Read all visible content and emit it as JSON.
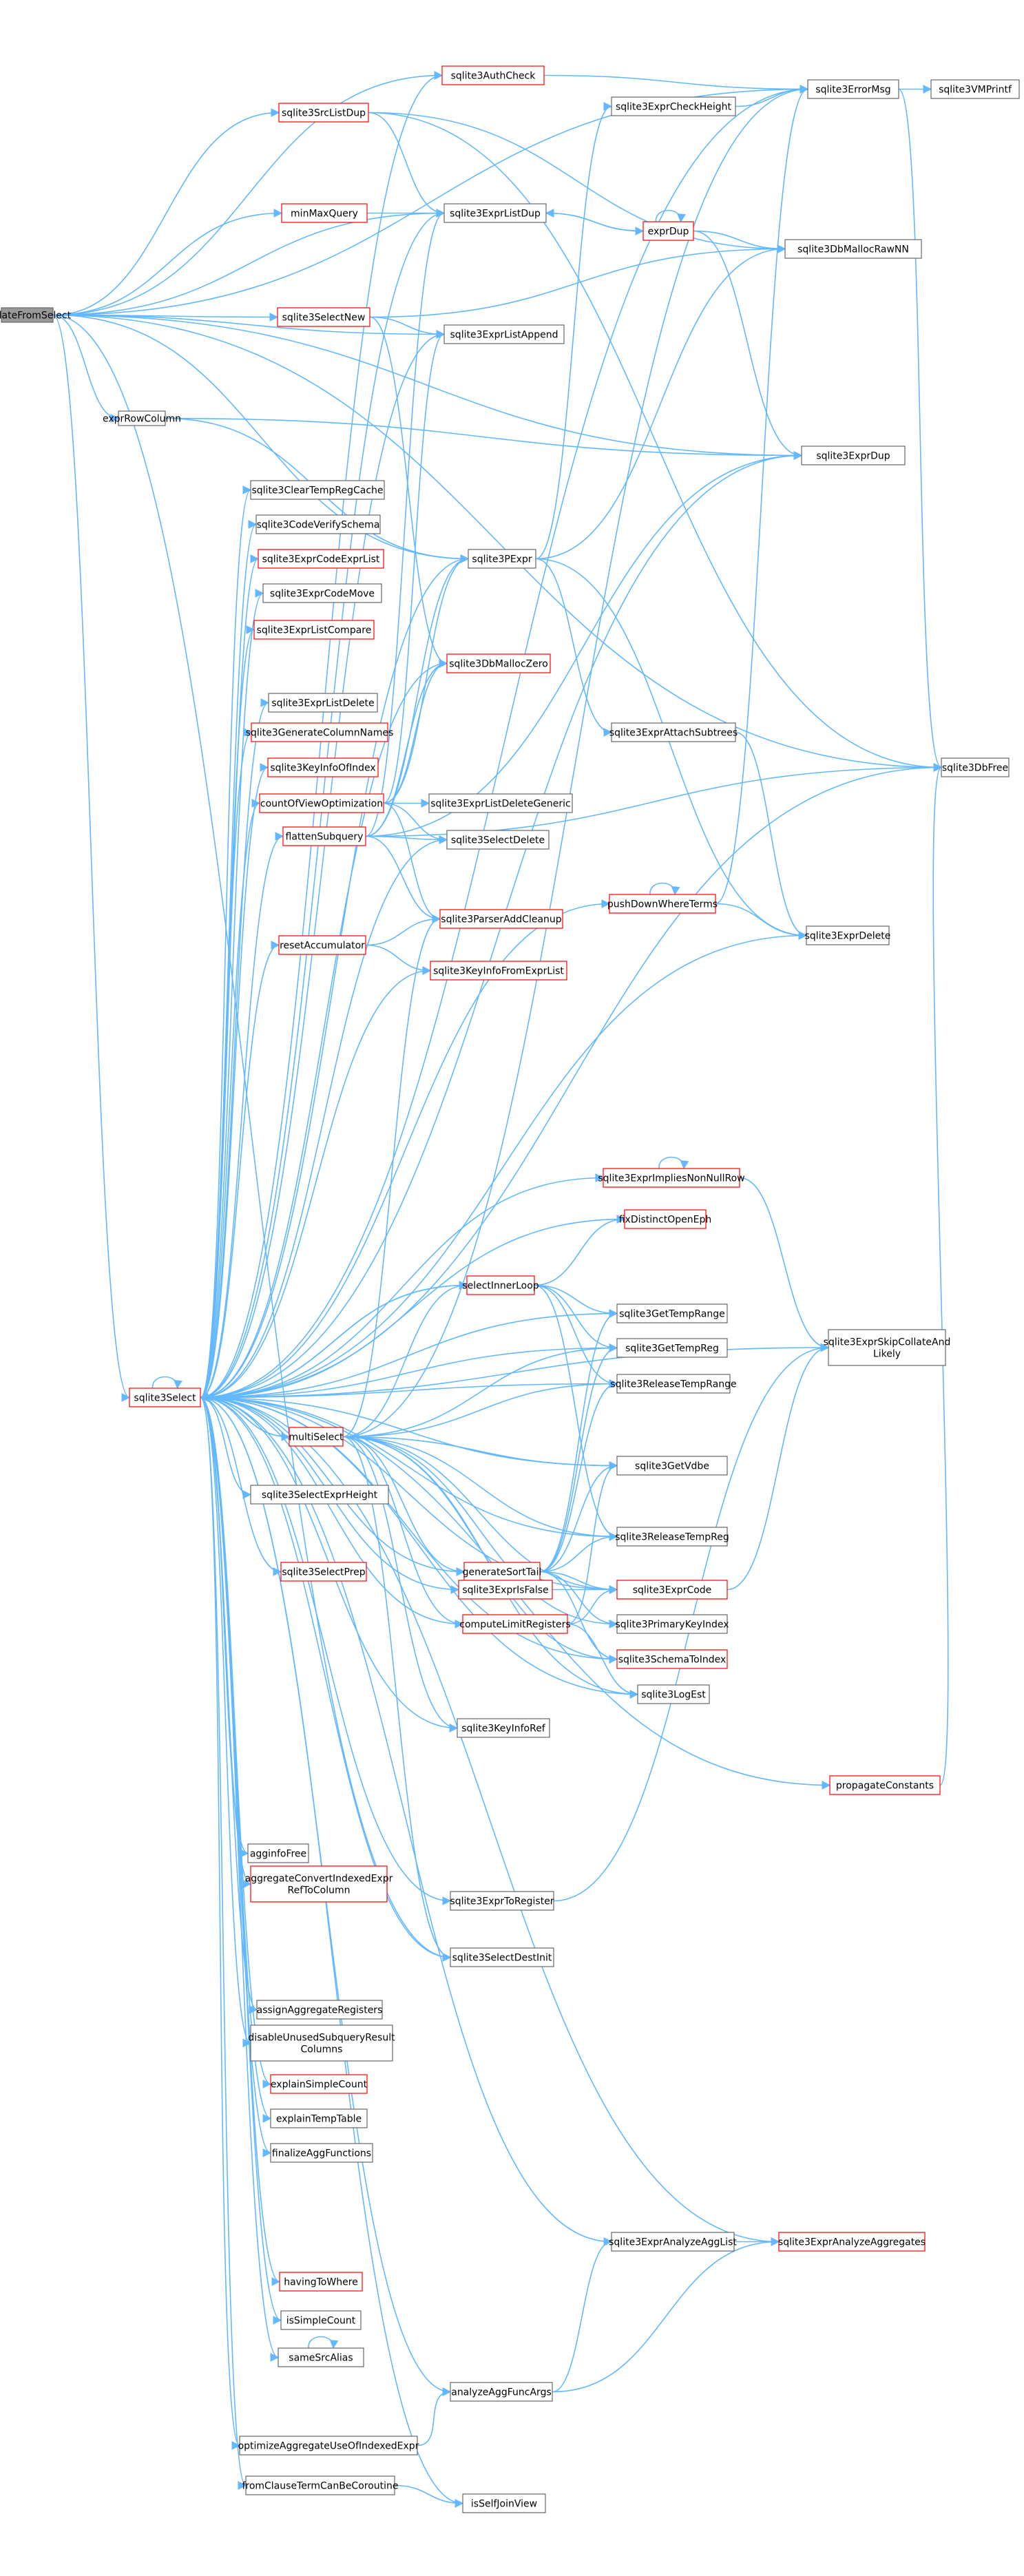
{
  "colors": {
    "edge": "#63b8ff",
    "node_fill": "#ffffff",
    "node_border": "#666666",
    "node_border_red": "#ff0000",
    "root_fill": "#999999"
  },
  "nodes": [
    {
      "id": "updateFromSelect",
      "label": "updateFromSelect",
      "style": "root"
    },
    {
      "id": "exprRowColumn",
      "label": "exprRowColumn",
      "style": "black"
    },
    {
      "id": "sqlite3AuthCheck",
      "label": "sqlite3AuthCheck",
      "style": "red"
    },
    {
      "id": "sqlite3SrcListDup",
      "label": "sqlite3SrcListDup",
      "style": "red"
    },
    {
      "id": "minMaxQuery",
      "label": "minMaxQuery",
      "style": "red"
    },
    {
      "id": "sqlite3SelectNew",
      "label": "sqlite3SelectNew",
      "style": "red"
    },
    {
      "id": "sqlite3ExprCheckHeight",
      "label": "sqlite3ExprCheckHeight",
      "style": "black"
    },
    {
      "id": "sqlite3ErrorMsg",
      "label": "sqlite3ErrorMsg",
      "style": "black"
    },
    {
      "id": "sqlite3VMPrintf",
      "label": "sqlite3VMPrintf",
      "style": "black"
    },
    {
      "id": "sqlite3ExprListDup",
      "label": "sqlite3ExprListDup",
      "style": "black"
    },
    {
      "id": "exprDup",
      "label": "exprDup",
      "style": "red"
    },
    {
      "id": "sqlite3DbMallocRawNN",
      "label": "sqlite3DbMallocRawNN",
      "style": "black"
    },
    {
      "id": "sqlite3ExprListAppend",
      "label": "sqlite3ExprListAppend",
      "style": "black"
    },
    {
      "id": "sqlite3ExprDup",
      "label": "sqlite3ExprDup",
      "style": "black"
    },
    {
      "id": "sqlite3ClearTempRegCache",
      "label": "sqlite3ClearTempRegCache",
      "style": "black"
    },
    {
      "id": "sqlite3CodeVerifySchema",
      "label": "sqlite3CodeVerifySchema",
      "style": "black"
    },
    {
      "id": "sqlite3ExprCodeExprList",
      "label": "sqlite3ExprCodeExprList",
      "style": "red"
    },
    {
      "id": "sqlite3PExpr",
      "label": "sqlite3PExpr",
      "style": "black"
    },
    {
      "id": "sqlite3ExprCodeMove",
      "label": "sqlite3ExprCodeMove",
      "style": "black"
    },
    {
      "id": "sqlite3ExprListCompare",
      "label": "sqlite3ExprListCompare",
      "style": "red"
    },
    {
      "id": "sqlite3DbMallocZero",
      "label": "sqlite3DbMallocZero",
      "style": "red"
    },
    {
      "id": "sqlite3ExprListDelete",
      "label": "sqlite3ExprListDelete",
      "style": "black"
    },
    {
      "id": "sqlite3ExprAttachSubtrees",
      "label": "sqlite3ExprAttachSubtrees",
      "style": "black"
    },
    {
      "id": "sqlite3GenerateColumnNames",
      "label": "sqlite3GenerateColumnNames",
      "style": "red"
    },
    {
      "id": "sqlite3KeyInfoOfIndex",
      "label": "sqlite3KeyInfoOfIndex",
      "style": "red"
    },
    {
      "id": "sqlite3DbFree",
      "label": "sqlite3DbFree",
      "style": "black"
    },
    {
      "id": "countOfViewOptimization",
      "label": "countOfViewOptimization",
      "style": "red"
    },
    {
      "id": "sqlite3ExprListDeleteGeneric",
      "label": "sqlite3ExprListDeleteGeneric",
      "style": "black"
    },
    {
      "id": "flattenSubquery",
      "label": "flattenSubquery",
      "style": "red"
    },
    {
      "id": "sqlite3SelectDelete",
      "label": "sqlite3SelectDelete",
      "style": "black"
    },
    {
      "id": "pushDownWhereTerms",
      "label": "pushDownWhereTerms",
      "style": "red"
    },
    {
      "id": "sqlite3ParserAddCleanup",
      "label": "sqlite3ParserAddCleanup",
      "style": "red"
    },
    {
      "id": "sqlite3ExprDelete",
      "label": "sqlite3ExprDelete",
      "style": "black"
    },
    {
      "id": "resetAccumulator",
      "label": "resetAccumulator",
      "style": "red"
    },
    {
      "id": "sqlite3KeyInfoFromExprList",
      "label": "sqlite3KeyInfoFromExprList",
      "style": "red"
    },
    {
      "id": "sqlite3ExprImpliesNonNullRow",
      "label": "sqlite3ExprImpliesNonNullRow",
      "style": "red"
    },
    {
      "id": "fixDistinctOpenEph",
      "label": "fixDistinctOpenEph",
      "style": "red"
    },
    {
      "id": "selectInnerLoop",
      "label": "selectInnerLoop",
      "style": "red"
    },
    {
      "id": "sqlite3GetTempRange",
      "label": "sqlite3GetTempRange",
      "style": "black"
    },
    {
      "id": "sqlite3GetTempReg",
      "label": "sqlite3GetTempReg",
      "style": "black"
    },
    {
      "id": "sqlite3ExprSkipCollateAndLikely",
      "label": "sqlite3ExprSkipCollateAnd\nLikely",
      "style": "black"
    },
    {
      "id": "sqlite3Select",
      "label": "sqlite3Select",
      "style": "red"
    },
    {
      "id": "sqlite3ReleaseTempRange",
      "label": "sqlite3ReleaseTempRange",
      "style": "black"
    },
    {
      "id": "multiSelect",
      "label": "multiSelect",
      "style": "red"
    },
    {
      "id": "sqlite3GetVdbe",
      "label": "sqlite3GetVdbe",
      "style": "black"
    },
    {
      "id": "sqlite3SelectExprHeight",
      "label": "sqlite3SelectExprHeight",
      "style": "black"
    },
    {
      "id": "sqlite3ReleaseTempReg",
      "label": "sqlite3ReleaseTempReg",
      "style": "black"
    },
    {
      "id": "sqlite3SelectPrep",
      "label": "sqlite3SelectPrep",
      "style": "red"
    },
    {
      "id": "generateSortTail",
      "label": "generateSortTail",
      "style": "red"
    },
    {
      "id": "sqlite3ExprCode",
      "label": "sqlite3ExprCode",
      "style": "red"
    },
    {
      "id": "sqlite3ExprIsFalse",
      "label": "sqlite3ExprIsFalse",
      "style": "red"
    },
    {
      "id": "sqlite3PrimaryKeyIndex",
      "label": "sqlite3PrimaryKeyIndex",
      "style": "black"
    },
    {
      "id": "computeLimitRegisters",
      "label": "computeLimitRegisters",
      "style": "red"
    },
    {
      "id": "sqlite3SchemaToIndex",
      "label": "sqlite3SchemaToIndex",
      "style": "red"
    },
    {
      "id": "sqlite3LogEst",
      "label": "sqlite3LogEst",
      "style": "black"
    },
    {
      "id": "sqlite3KeyInfoRef",
      "label": "sqlite3KeyInfoRef",
      "style": "black"
    },
    {
      "id": "propagateConstants",
      "label": "propagateConstants",
      "style": "red"
    },
    {
      "id": "agginfoFree",
      "label": "agginfoFree",
      "style": "black"
    },
    {
      "id": "sqlite3ExprToRegister",
      "label": "sqlite3ExprToRegister",
      "style": "black"
    },
    {
      "id": "aggregateConvertIndexedExprRefToColumn",
      "label": "aggregateConvertIndexedExpr\nRefToColumn",
      "style": "red"
    },
    {
      "id": "sqlite3SelectDestInit",
      "label": "sqlite3SelectDestInit",
      "style": "black"
    },
    {
      "id": "assignAggregateRegisters",
      "label": "assignAggregateRegisters",
      "style": "black"
    },
    {
      "id": "disableUnusedSubqueryResultColumns",
      "label": "disableUnusedSubqueryResult\nColumns",
      "style": "black"
    },
    {
      "id": "explainSimpleCount",
      "label": "explainSimpleCount",
      "style": "red"
    },
    {
      "id": "explainTempTable",
      "label": "explainTempTable",
      "style": "black"
    },
    {
      "id": "finalizeAggFunctions",
      "label": "finalizeAggFunctions",
      "style": "black"
    },
    {
      "id": "sqlite3ExprAnalyzeAggList",
      "label": "sqlite3ExprAnalyzeAggList",
      "style": "black"
    },
    {
      "id": "sqlite3ExprAnalyzeAggregates",
      "label": "sqlite3ExprAnalyzeAggregates",
      "style": "red"
    },
    {
      "id": "havingToWhere",
      "label": "havingToWhere",
      "style": "red"
    },
    {
      "id": "isSimpleCount",
      "label": "isSimpleCount",
      "style": "black"
    },
    {
      "id": "sameSrcAlias",
      "label": "sameSrcAlias",
      "style": "black"
    },
    {
      "id": "analyzeAggFuncArgs",
      "label": "analyzeAggFuncArgs",
      "style": "black"
    },
    {
      "id": "optimizeAggregateUseOfIndexedExpr",
      "label": "optimizeAggregateUseOfIndexedExpr",
      "style": "black"
    },
    {
      "id": "fromClauseTermCanBeCoroutine",
      "label": "fromClauseTermCanBeCoroutine",
      "style": "black"
    },
    {
      "id": "isSelfJoinView",
      "label": "isSelfJoinView",
      "style": "black"
    }
  ],
  "edges": [
    [
      "updateFromSelect",
      "sqlite3AuthCheck"
    ],
    [
      "updateFromSelect",
      "sqlite3SrcListDup"
    ],
    [
      "updateFromSelect",
      "minMaxQuery"
    ],
    [
      "updateFromSelect",
      "sqlite3SelectNew"
    ],
    [
      "updateFromSelect",
      "sqlite3ExprListAppend"
    ],
    [
      "updateFromSelect",
      "sqlite3ExprListDup"
    ],
    [
      "updateFromSelect",
      "sqlite3ErrorMsg"
    ],
    [
      "updateFromSelect",
      "sqlite3ExprDup"
    ],
    [
      "updateFromSelect",
      "exprRowColumn"
    ],
    [
      "updateFromSelect",
      "sqlite3PExpr"
    ],
    [
      "updateFromSelect",
      "sqlite3Select"
    ],
    [
      "updateFromSelect",
      "sqlite3DbFree"
    ],
    [
      "updateFromSelect",
      "sqlite3SelectDestInit"
    ],
    [
      "exprRowColumn",
      "sqlite3PExpr"
    ],
    [
      "exprRowColumn",
      "sqlite3ExprDup"
    ],
    [
      "sqlite3AuthCheck",
      "sqlite3ErrorMsg"
    ],
    [
      "sqlite3SrcListDup",
      "sqlite3DbMallocRawNN"
    ],
    [
      "sqlite3SrcListDup",
      "sqlite3ExprListDup"
    ],
    [
      "sqlite3SrcListDup",
      "sqlite3DbFree"
    ],
    [
      "minMaxQuery",
      "sqlite3ExprListDup"
    ],
    [
      "sqlite3SelectNew",
      "sqlite3DbMallocRawNN"
    ],
    [
      "sqlite3SelectNew",
      "sqlite3ExprListAppend"
    ],
    [
      "sqlite3SelectNew",
      "sqlite3DbMallocZero"
    ],
    [
      "sqlite3ExprCheckHeight",
      "sqlite3ErrorMsg"
    ],
    [
      "sqlite3ErrorMsg",
      "sqlite3VMPrintf"
    ],
    [
      "sqlite3ErrorMsg",
      "sqlite3DbFree"
    ],
    [
      "sqlite3ExprListDup",
      "exprDup"
    ],
    [
      "exprDup",
      "sqlite3ExprListDup"
    ],
    [
      "exprDup",
      "sqlite3DbMallocRawNN"
    ],
    [
      "exprDup",
      "sqlite3ExprDup"
    ],
    [
      "exprDup",
      "exprDup"
    ],
    [
      "sqlite3PExpr",
      "sqlite3ExprCheckHeight"
    ],
    [
      "sqlite3PExpr",
      "sqlite3DbMallocRawNN"
    ],
    [
      "sqlite3PExpr",
      "sqlite3ExprAttachSubtrees"
    ],
    [
      "sqlite3PExpr",
      "sqlite3ExprDelete"
    ],
    [
      "sqlite3ExprAttachSubtrees",
      "sqlite3ExprDelete"
    ],
    [
      "countOfViewOptimization",
      "sqlite3ExprListAppend"
    ],
    [
      "countOfViewOptimization",
      "sqlite3PExpr"
    ],
    [
      "countOfViewOptimization",
      "sqlite3DbMallocZero"
    ],
    [
      "countOfViewOptimization",
      "sqlite3ExprListDeleteGeneric"
    ],
    [
      "countOfViewOptimization",
      "sqlite3SelectDelete"
    ],
    [
      "countOfViewOptimization",
      "sqlite3ParserAddCleanup"
    ],
    [
      "flattenSubquery",
      "sqlite3ExprListDup"
    ],
    [
      "flattenSubquery",
      "sqlite3PExpr"
    ],
    [
      "flattenSubquery",
      "sqlite3DbMallocZero"
    ],
    [
      "flattenSubquery",
      "sqlite3SelectDelete"
    ],
    [
      "flattenSubquery",
      "sqlite3ParserAddCleanup"
    ],
    [
      "flattenSubquery",
      "sqlite3DbFree"
    ],
    [
      "flattenSubquery",
      "sqlite3ExprDup"
    ],
    [
      "pushDownWhereTerms",
      "pushDownWhereTerms"
    ],
    [
      "pushDownWhereTerms",
      "sqlite3ExprDelete"
    ],
    [
      "pushDownWhereTerms",
      "sqlite3ErrorMsg"
    ],
    [
      "resetAccumulator",
      "sqlite3KeyInfoFromExprList"
    ],
    [
      "resetAccumulator",
      "sqlite3ParserAddCleanup"
    ],
    [
      "sqlite3ExprImpliesNonNullRow",
      "sqlite3ExprImpliesNonNullRow"
    ],
    [
      "sqlite3ExprImpliesNonNullRow",
      "sqlite3ExprSkipCollateAndLikely"
    ],
    [
      "selectInnerLoop",
      "fixDistinctOpenEph"
    ],
    [
      "selectInnerLoop",
      "sqlite3GetTempRange"
    ],
    [
      "selectInnerLoop",
      "sqlite3GetTempReg"
    ],
    [
      "selectInnerLoop",
      "sqlite3ReleaseTempRange"
    ],
    [
      "selectInnerLoop",
      "sqlite3ReleaseTempReg"
    ],
    [
      "selectInnerLoop",
      "sqlite3Select"
    ],
    [
      "sqlite3Select",
      "sqlite3Select"
    ],
    [
      "sqlite3Select",
      "sqlite3AuthCheck"
    ],
    [
      "sqlite3Select",
      "sqlite3ErrorMsg"
    ],
    [
      "sqlite3Select",
      "sqlite3ExprListDup"
    ],
    [
      "sqlite3Select",
      "sqlite3ExprListAppend"
    ],
    [
      "sqlite3Select",
      "sqlite3ExprDup"
    ],
    [
      "sqlite3Select",
      "sqlite3ClearTempRegCache"
    ],
    [
      "sqlite3Select",
      "sqlite3CodeVerifySchema"
    ],
    [
      "sqlite3Select",
      "sqlite3ExprCodeExprList"
    ],
    [
      "sqlite3Select",
      "sqlite3PExpr"
    ],
    [
      "sqlite3Select",
      "sqlite3ExprCodeMove"
    ],
    [
      "sqlite3Select",
      "sqlite3ExprListCompare"
    ],
    [
      "sqlite3Select",
      "sqlite3DbMallocZero"
    ],
    [
      "sqlite3Select",
      "sqlite3ExprListDelete"
    ],
    [
      "sqlite3Select",
      "sqlite3GenerateColumnNames"
    ],
    [
      "sqlite3Select",
      "sqlite3KeyInfoOfIndex"
    ],
    [
      "sqlite3Select",
      "countOfViewOptimization"
    ],
    [
      "sqlite3Select",
      "flattenSubquery"
    ],
    [
      "sqlite3Select",
      "sqlite3SelectDelete"
    ],
    [
      "sqlite3Select",
      "pushDownWhereTerms"
    ],
    [
      "sqlite3Select",
      "sqlite3ExprDelete"
    ],
    [
      "sqlite3Select",
      "resetAccumulator"
    ],
    [
      "sqlite3Select",
      "sqlite3KeyInfoFromExprList"
    ],
    [
      "sqlite3Select",
      "sqlite3DbFree"
    ],
    [
      "sqlite3Select",
      "sqlite3ExprImpliesNonNullRow"
    ],
    [
      "sqlite3Select",
      "fixDistinctOpenEph"
    ],
    [
      "sqlite3Select",
      "selectInnerLoop"
    ],
    [
      "sqlite3Select",
      "sqlite3GetTempRange"
    ],
    [
      "sqlite3Select",
      "sqlite3GetTempReg"
    ],
    [
      "sqlite3Select",
      "sqlite3ReleaseTempRange"
    ],
    [
      "sqlite3Select",
      "multiSelect"
    ],
    [
      "sqlite3Select",
      "sqlite3GetVdbe"
    ],
    [
      "sqlite3Select",
      "sqlite3SelectExprHeight"
    ],
    [
      "sqlite3Select",
      "sqlite3ReleaseTempReg"
    ],
    [
      "sqlite3Select",
      "sqlite3SelectPrep"
    ],
    [
      "sqlite3Select",
      "generateSortTail"
    ],
    [
      "sqlite3Select",
      "sqlite3ExprCode"
    ],
    [
      "sqlite3Select",
      "sqlite3ExprIsFalse"
    ],
    [
      "sqlite3Select",
      "computeLimitRegisters"
    ],
    [
      "sqlite3Select",
      "sqlite3SchemaToIndex"
    ],
    [
      "sqlite3Select",
      "sqlite3LogEst"
    ],
    [
      "sqlite3Select",
      "sqlite3KeyInfoRef"
    ],
    [
      "sqlite3Select",
      "propagateConstants"
    ],
    [
      "sqlite3Select",
      "agginfoFree"
    ],
    [
      "sqlite3Select",
      "sqlite3ExprToRegister"
    ],
    [
      "sqlite3Select",
      "aggregateConvertIndexedExprRefToColumn"
    ],
    [
      "sqlite3Select",
      "sqlite3SelectDestInit"
    ],
    [
      "sqlite3Select",
      "assignAggregateRegisters"
    ],
    [
      "sqlite3Select",
      "disableUnusedSubqueryResultColumns"
    ],
    [
      "sqlite3Select",
      "explainSimpleCount"
    ],
    [
      "sqlite3Select",
      "explainTempTable"
    ],
    [
      "sqlite3Select",
      "finalizeAggFunctions"
    ],
    [
      "sqlite3Select",
      "sqlite3ExprAnalyzeAggList"
    ],
    [
      "sqlite3Select",
      "sqlite3ExprAnalyzeAggregates"
    ],
    [
      "sqlite3Select",
      "havingToWhere"
    ],
    [
      "sqlite3Select",
      "isSimpleCount"
    ],
    [
      "sqlite3Select",
      "sameSrcAlias"
    ],
    [
      "sqlite3Select",
      "analyzeAggFuncArgs"
    ],
    [
      "sqlite3Select",
      "optimizeAggregateUseOfIndexedExpr"
    ],
    [
      "sqlite3Select",
      "fromClauseTermCanBeCoroutine"
    ],
    [
      "sqlite3Select",
      "isSelfJoinView"
    ],
    [
      "sqlite3Select",
      "sqlite3ExprSkipCollateAndLikely"
    ],
    [
      "multiSelect",
      "sqlite3Select"
    ],
    [
      "multiSelect",
      "sqlite3ErrorMsg"
    ],
    [
      "multiSelect",
      "sqlite3ParserAddCleanup"
    ],
    [
      "multiSelect",
      "selectInnerLoop"
    ],
    [
      "multiSelect",
      "sqlite3GetTempReg"
    ],
    [
      "multiSelect",
      "sqlite3ReleaseTempRange"
    ],
    [
      "multiSelect",
      "sqlite3GetVdbe"
    ],
    [
      "multiSelect",
      "sqlite3ReleaseTempReg"
    ],
    [
      "multiSelect",
      "generateSortTail"
    ],
    [
      "multiSelect",
      "sqlite3ExprCode"
    ],
    [
      "multiSelect",
      "computeLimitRegisters"
    ],
    [
      "multiSelect",
      "sqlite3LogEst"
    ],
    [
      "multiSelect",
      "sqlite3KeyInfoRef"
    ],
    [
      "multiSelect",
      "sqlite3SelectDestInit"
    ],
    [
      "multiSelect",
      "sqlite3PrimaryKeyIndex"
    ],
    [
      "multiSelect",
      "sqlite3SchemaToIndex"
    ],
    [
      "generateSortTail",
      "sqlite3GetTempRange"
    ],
    [
      "generateSortTail",
      "sqlite3GetTempReg"
    ],
    [
      "generateSortTail",
      "sqlite3ReleaseTempRange"
    ],
    [
      "generateSortTail",
      "sqlite3GetVdbe"
    ],
    [
      "generateSortTail",
      "sqlite3ReleaseTempReg"
    ],
    [
      "generateSortTail",
      "sqlite3ExprCode"
    ],
    [
      "generateSortTail",
      "sqlite3PrimaryKeyIndex"
    ],
    [
      "generateSortTail",
      "sqlite3SchemaToIndex"
    ],
    [
      "sqlite3ExprCode",
      "sqlite3ExprSkipCollateAndLikely"
    ],
    [
      "sqlite3ExprIsFalse",
      "sqlite3ExprIsFalse"
    ],
    [
      "sqlite3ExprIsFalse",
      "sqlite3ExprCode"
    ],
    [
      "computeLimitRegisters",
      "sqlite3GetVdbe"
    ],
    [
      "computeLimitRegisters",
      "sqlite3ExprCode"
    ],
    [
      "computeLimitRegisters",
      "sqlite3LogEst"
    ],
    [
      "propagateConstants",
      "sqlite3DbFree"
    ],
    [
      "sqlite3ExprToRegister",
      "sqlite3ExprSkipCollateAndLikely"
    ],
    [
      "sqlite3ExprAnalyzeAggList",
      "sqlite3ExprAnalyzeAggregates"
    ],
    [
      "sameSrcAlias",
      "sameSrcAlias"
    ],
    [
      "analyzeAggFuncArgs",
      "sqlite3ExprAnalyzeAggList"
    ],
    [
      "analyzeAggFuncArgs",
      "sqlite3ExprAnalyzeAggregates"
    ],
    [
      "optimizeAggregateUseOfIndexedExpr",
      "analyzeAggFuncArgs"
    ],
    [
      "fromClauseTermCanBeCoroutine",
      "isSelfJoinView"
    ]
  ]
}
